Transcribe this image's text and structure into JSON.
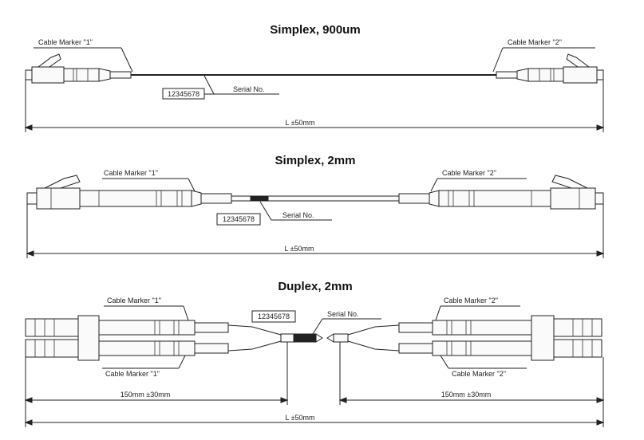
{
  "simplex_900": {
    "title": "Simplex, 900um",
    "marker_left": "Cable Marker \"1\"",
    "marker_right": "Cable Marker \"2\"",
    "serial_box": "12345678",
    "serial_label": "Serial No.",
    "length": "L ±50mm"
  },
  "simplex_2mm": {
    "title": "Simplex, 2mm",
    "marker_left": "Cable Marker \"1\"",
    "marker_right": "Cable Marker \"2\"",
    "serial_box": "12345678",
    "serial_label": "Serial No.",
    "length": "L ±50mm"
  },
  "duplex_2mm": {
    "title": "Duplex, 2mm",
    "marker_left_top": "Cable Marker \"1\"",
    "marker_left_bottom": "Cable Marker \"1\"",
    "marker_right_top": "Cable Marker \"2\"",
    "marker_right_bottom": "Cable Marker \"2\"",
    "serial_box": "12345678",
    "serial_label": "Serial No.",
    "breakout_left": "150mm ±30mm",
    "breakout_right": "150mm ±30mm",
    "length": "L ±50mm"
  }
}
